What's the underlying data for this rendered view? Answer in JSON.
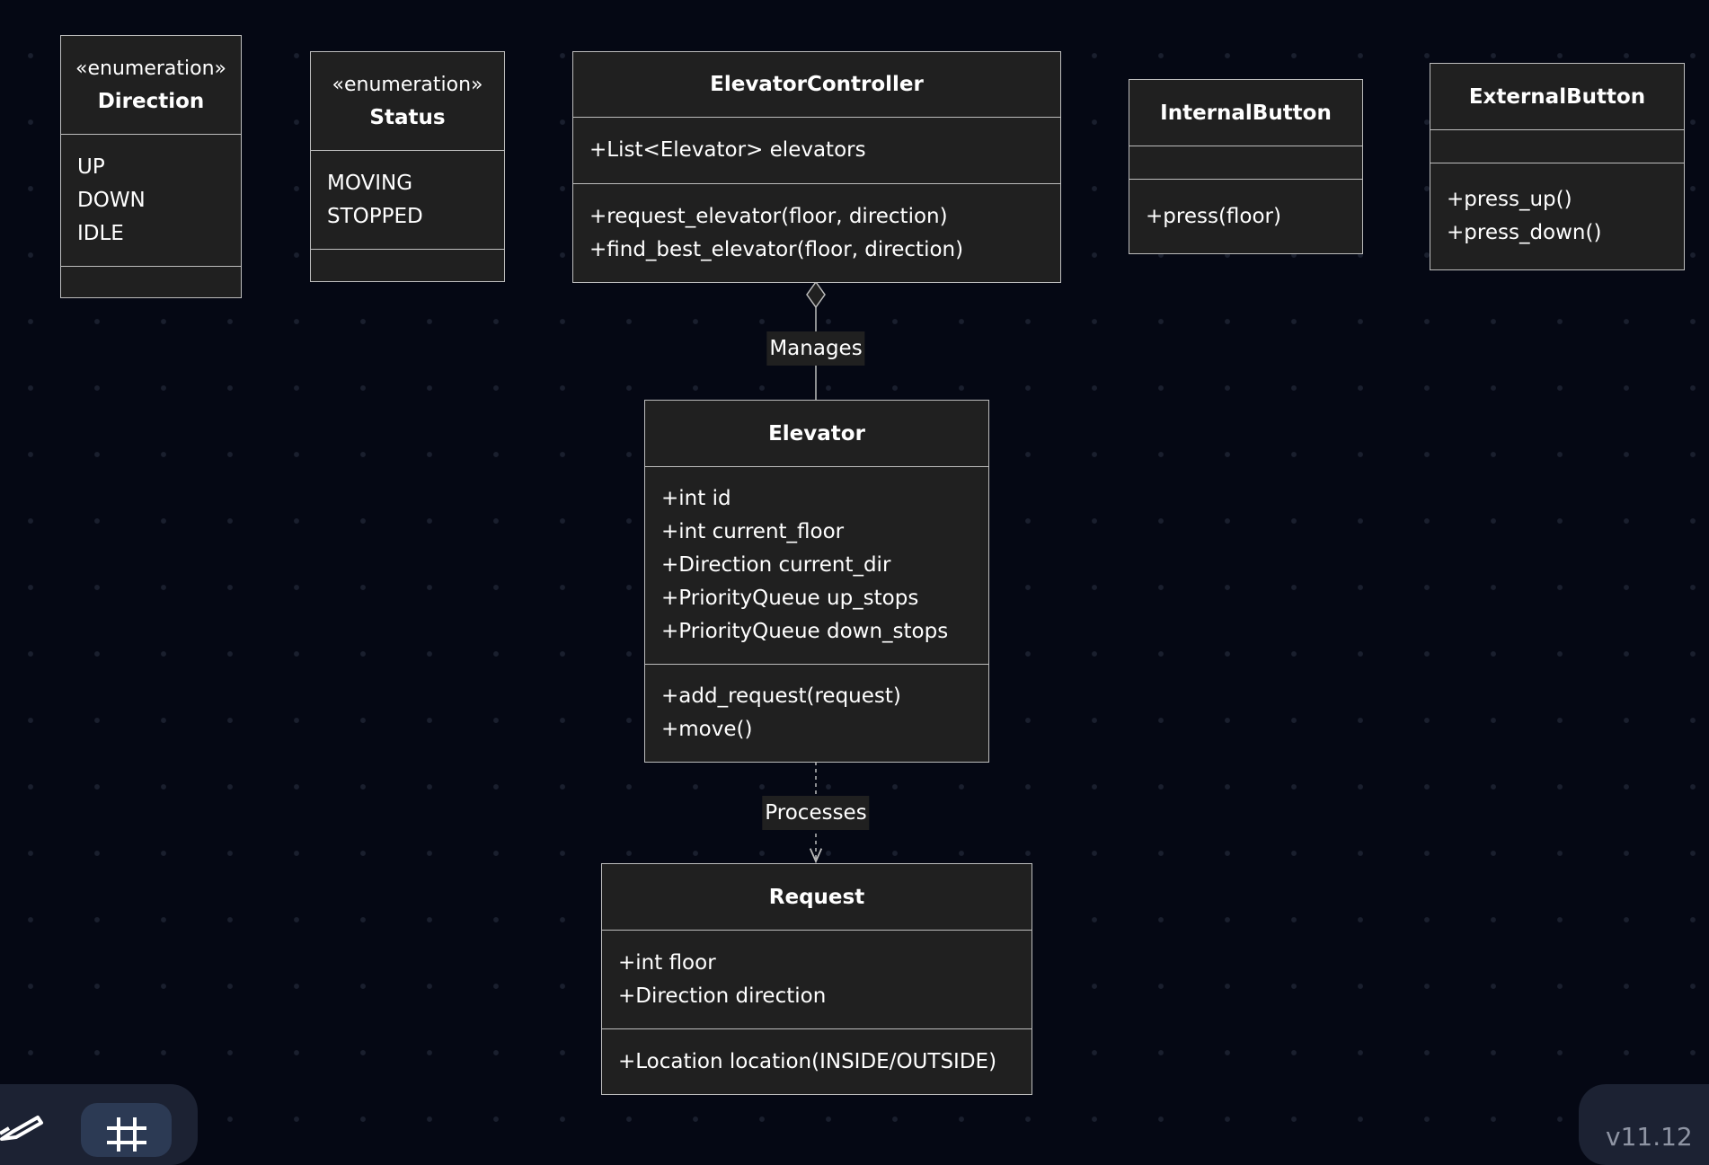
{
  "diagram": {
    "classes": {
      "direction": {
        "stereotype": "«enumeration»",
        "name": "Direction",
        "attributes": [
          "UP",
          "DOWN",
          "IDLE"
        ],
        "methods": []
      },
      "status": {
        "stereotype": "«enumeration»",
        "name": "Status",
        "attributes": [
          "MOVING",
          "STOPPED"
        ],
        "methods": []
      },
      "elevator_controller": {
        "name": "ElevatorController",
        "attributes": [
          "+List<Elevator> elevators"
        ],
        "methods": [
          "+request_elevator(floor, direction)",
          "+find_best_elevator(floor, direction)"
        ]
      },
      "internal_button": {
        "name": "InternalButton",
        "attributes": [],
        "methods": [
          "+press(floor)"
        ]
      },
      "external_button": {
        "name": "ExternalButton",
        "attributes": [],
        "methods": [
          "+press_up()",
          "+press_down()"
        ]
      },
      "elevator": {
        "name": "Elevator",
        "attributes": [
          "+int id",
          "+int current_floor",
          "+Direction current_dir",
          "+PriorityQueue up_stops",
          "+PriorityQueue down_stops"
        ],
        "methods": [
          "+add_request(request)",
          "+move()"
        ]
      },
      "request": {
        "name": "Request",
        "attributes": [
          "+int floor",
          "+Direction direction"
        ],
        "methods": [
          "+Location location(INSIDE/OUTSIDE)"
        ]
      }
    },
    "relations": [
      {
        "from": "ElevatorController",
        "to": "Elevator",
        "kind": "aggregation",
        "label": "Manages"
      },
      {
        "from": "Elevator",
        "to": "Request",
        "kind": "dependency",
        "label": "Processes"
      }
    ]
  },
  "toolbar": {
    "pencil_icon": "pencil-icon",
    "grid_icon": "grid-icon",
    "version": "v11.12"
  },
  "colors": {
    "background": "#050814",
    "node_fill": "#202020",
    "node_border": "#bdbdbd",
    "text": "#ffffff"
  }
}
